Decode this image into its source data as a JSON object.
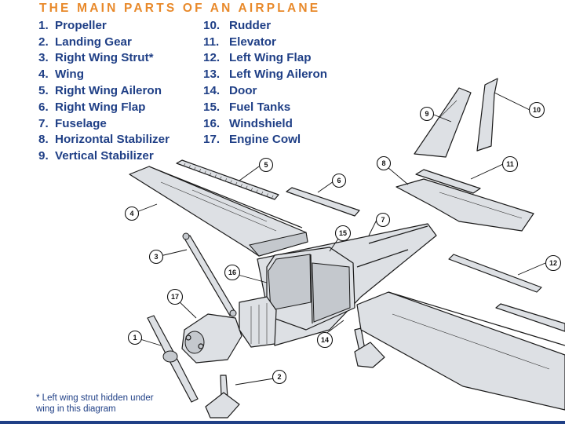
{
  "title": "THE MAIN PARTS OF AN AIRPLANE",
  "parts_left": [
    {
      "num": "1.",
      "label": "Propeller"
    },
    {
      "num": "2.",
      "label": "Landing Gear"
    },
    {
      "num": "3.",
      "label": "Right Wing Strut*"
    },
    {
      "num": "4.",
      "label": "Wing"
    },
    {
      "num": "5.",
      "label": "Right Wing Aileron"
    },
    {
      "num": "6.",
      "label": "Right Wing Flap"
    },
    {
      "num": "7.",
      "label": "Fuselage"
    },
    {
      "num": "8.",
      "label": "Horizontal Stabilizer"
    },
    {
      "num": "9.",
      "label": "Vertical Stabilizer"
    }
  ],
  "parts_right": [
    {
      "num": "10.",
      "label": "Rudder"
    },
    {
      "num": "11.",
      "label": "Elevator"
    },
    {
      "num": "12.",
      "label": "Left Wing Flap"
    },
    {
      "num": "13.",
      "label": "Left Wing Aileron"
    },
    {
      "num": "14.",
      "label": "Door"
    },
    {
      "num": "15.",
      "label": "Fuel Tanks"
    },
    {
      "num": "16.",
      "label": "Windshield"
    },
    {
      "num": "17.",
      "label": "Engine Cowl"
    }
  ],
  "footnote": "* Left wing strut hidden under wing in this diagram",
  "callouts": [
    "1",
    "2",
    "3",
    "4",
    "5",
    "6",
    "7",
    "8",
    "9",
    "10",
    "11",
    "12",
    "14",
    "15",
    "16",
    "17"
  ],
  "colors": {
    "title": "#e8892a",
    "list_text": "#1f3f86",
    "line_art": "#1a1a1a"
  }
}
